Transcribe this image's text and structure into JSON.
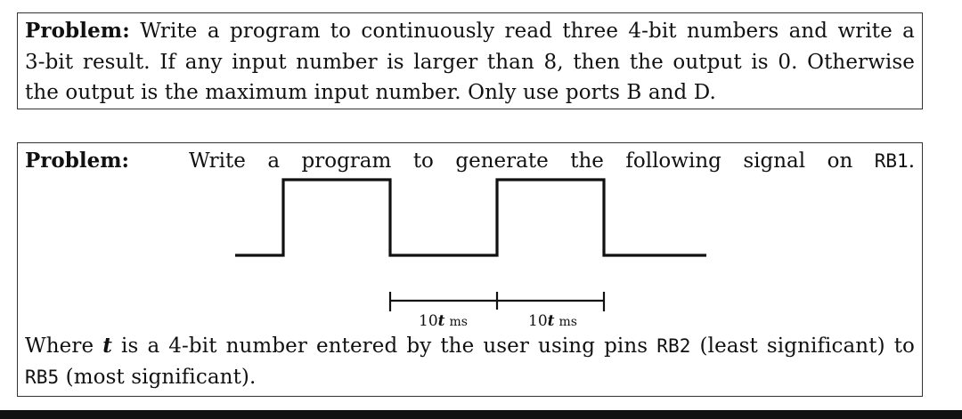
{
  "problem1": {
    "label": "Problem:",
    "line1": "Write a program to continuously read three 4-bit numbers and write a",
    "line2": "3-bit result.  If any input number is larger than 8, then the output is 0.  Otherwise",
    "line3": "the output is the maximum input number.  Only use ports B and D."
  },
  "problem2": {
    "label": "Problem:",
    "words": [
      "Write",
      "a",
      "program",
      "to",
      "generate",
      "the",
      "following",
      "signal",
      "on"
    ],
    "pin": "RB1",
    "period_end": ".",
    "interval_label_1": {
      "prefix": "10",
      "var": "t",
      "unit": "ms"
    },
    "interval_label_2": {
      "prefix": "10",
      "var": "t",
      "unit": "ms"
    },
    "bottom": {
      "where": "Where",
      "var": "t",
      "text1": "is a 4-bit number entered by the user using pins",
      "pin_low": "RB2",
      "text2": "(least significant) to",
      "pin_high": "RB5",
      "text3": "(most significant)."
    }
  },
  "signal": {
    "type": "square-wave",
    "pulses": 2,
    "high_duration": "10t ms",
    "low_duration": "10t ms"
  }
}
